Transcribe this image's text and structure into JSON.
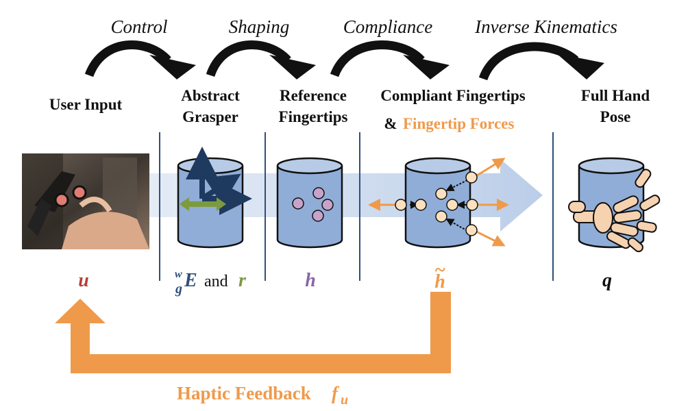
{
  "colors": {
    "accent_orange": "#ef9a4b",
    "cylinder_blue": "#8fadd6",
    "divider_blue": "#2e4f7a",
    "grasp_green": "#7d9a3e",
    "point_purple": "#c7a3cb",
    "symbol_red": "#b5413a",
    "symbol_purple": "#8a66a6"
  },
  "transitions": [
    "Control",
    "Shaping",
    "Compliance",
    "Inverse Kinematics"
  ],
  "stages": {
    "user_input": {
      "label": "User Input",
      "symbol": "u"
    },
    "abstract_grasper": {
      "label_line1": "Abstract",
      "label_line2": "Grasper",
      "symbol_E": "E",
      "symbol_sup": "w",
      "symbol_sub": "g",
      "symbol_and": "and",
      "symbol_r": "r"
    },
    "reference_fingertips": {
      "label_line1": "Reference",
      "label_line2": "Fingertips",
      "symbol": "h"
    },
    "compliant_fingertips": {
      "label_line1": "Compliant Fingertips",
      "label_line2_prefix": "&",
      "label_line2_accent": "Fingertip Forces",
      "symbol": "h",
      "symbol_accent": "~"
    },
    "full_hand_pose": {
      "label_line1": "Full Hand",
      "label_line2": "Pose",
      "symbol": "q"
    }
  },
  "feedback": {
    "label": "Haptic Feedback",
    "symbol": "f",
    "symbol_sub": "u"
  }
}
